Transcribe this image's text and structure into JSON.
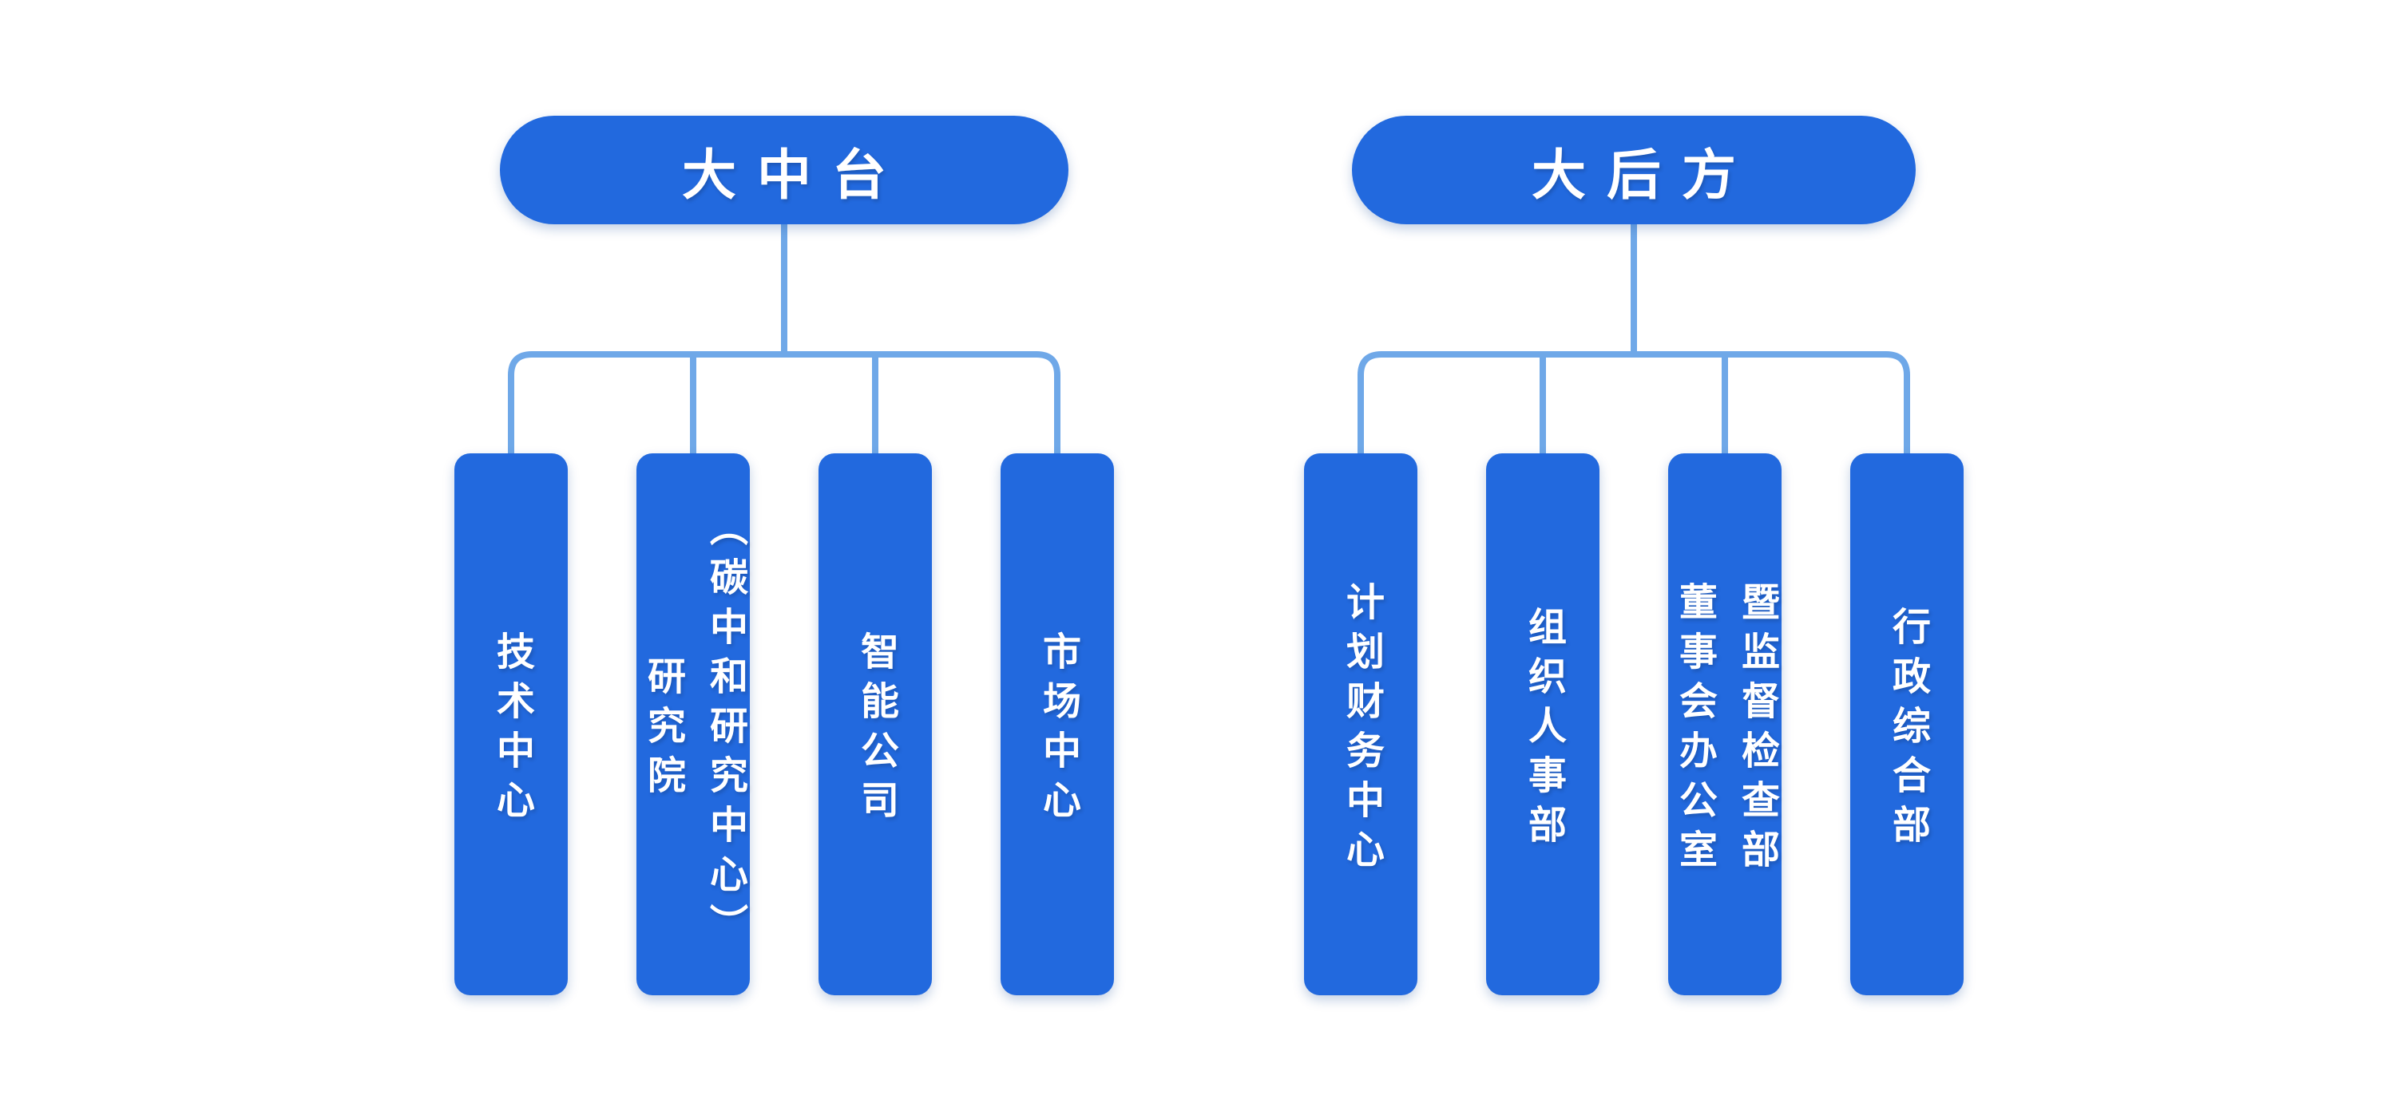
{
  "colors": {
    "node_fill": "#2269DE",
    "node_text": "#FFFFFF",
    "connector": "#6FA8E8",
    "background": "#FFFFFF"
  },
  "diagram": {
    "type": "org-chart",
    "branches": [
      {
        "root": {
          "label": "大中台"
        },
        "children": [
          {
            "label": "技术中心",
            "lines": [
              "技术中心"
            ]
          },
          {
            "label": "研究院（碳中和研究中心）",
            "lines": [
              "研究院",
              "（碳中和研究中心）"
            ]
          },
          {
            "label": "智能公司",
            "lines": [
              "智能公司"
            ]
          },
          {
            "label": "市场中心",
            "lines": [
              "市场中心"
            ]
          }
        ]
      },
      {
        "root": {
          "label": "大后方"
        },
        "children": [
          {
            "label": "计划财务中心",
            "lines": [
              "计划财务中心"
            ]
          },
          {
            "label": "组织人事部",
            "lines": [
              "组织人事部"
            ]
          },
          {
            "label": "董事会办公室暨监督检查部",
            "lines": [
              "董事会办公室",
              "暨监督检查部"
            ]
          },
          {
            "label": "行政综合部",
            "lines": [
              "行政综合部"
            ]
          }
        ]
      }
    ]
  }
}
